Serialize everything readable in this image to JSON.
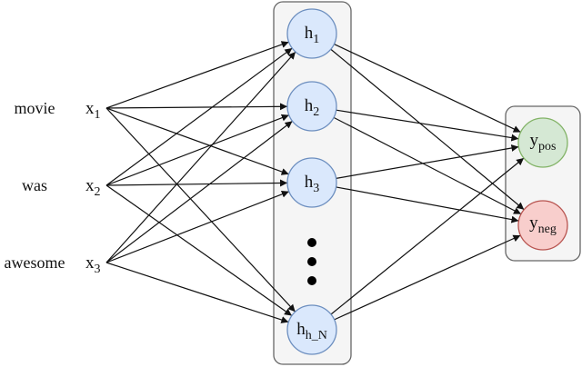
{
  "inputs": [
    {
      "word": "movie",
      "var": "x",
      "sub": "1"
    },
    {
      "word": "was",
      "var": "x",
      "sub": "2"
    },
    {
      "word": "awesome",
      "var": "x",
      "sub": "3"
    }
  ],
  "hidden": [
    {
      "var": "h",
      "sub": "1"
    },
    {
      "var": "h",
      "sub": "2"
    },
    {
      "var": "h",
      "sub": "3"
    },
    {
      "var": "h",
      "sub": "h_N"
    }
  ],
  "outputs": [
    {
      "var": "y",
      "sub": "pos"
    },
    {
      "var": "y",
      "sub": "neg"
    }
  ],
  "colors": {
    "hidden_fill": "#dae8fc",
    "hidden_stroke": "#6c8ebf",
    "pos_fill": "#d5e8d4",
    "pos_stroke": "#82b366",
    "neg_fill": "#f8cecc",
    "neg_stroke": "#b85450"
  }
}
